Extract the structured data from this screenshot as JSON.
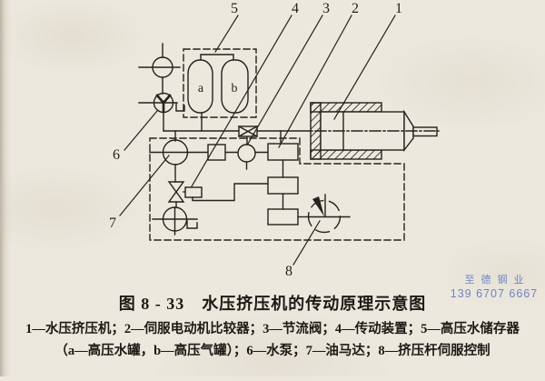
{
  "figure": {
    "callouts": {
      "n1": "1",
      "n2": "2",
      "n3": "3",
      "n4": "4",
      "n5": "5",
      "n6": "6",
      "n7": "7",
      "n8": "8"
    },
    "vessel_labels": {
      "a": "a",
      "b": "b"
    }
  },
  "caption": {
    "title": "图 8 - 33　水压挤压机的传动原理示意图",
    "legend_line1": "1—水压挤压机；2—伺服电动机比较器；3—节流阀；4—传动装置；5—高压水储存器",
    "legend_line2": "（a—高压水罐，b—高压气罐）；6—水泵；7—油马达；8—挤压杆伺服控制"
  },
  "watermark": {
    "company": "至德钢业",
    "phone": "139 6707 6667",
    "color": "#5b78c7"
  },
  "colors": {
    "ink": "#25221d",
    "paper": "#ece8dd"
  }
}
